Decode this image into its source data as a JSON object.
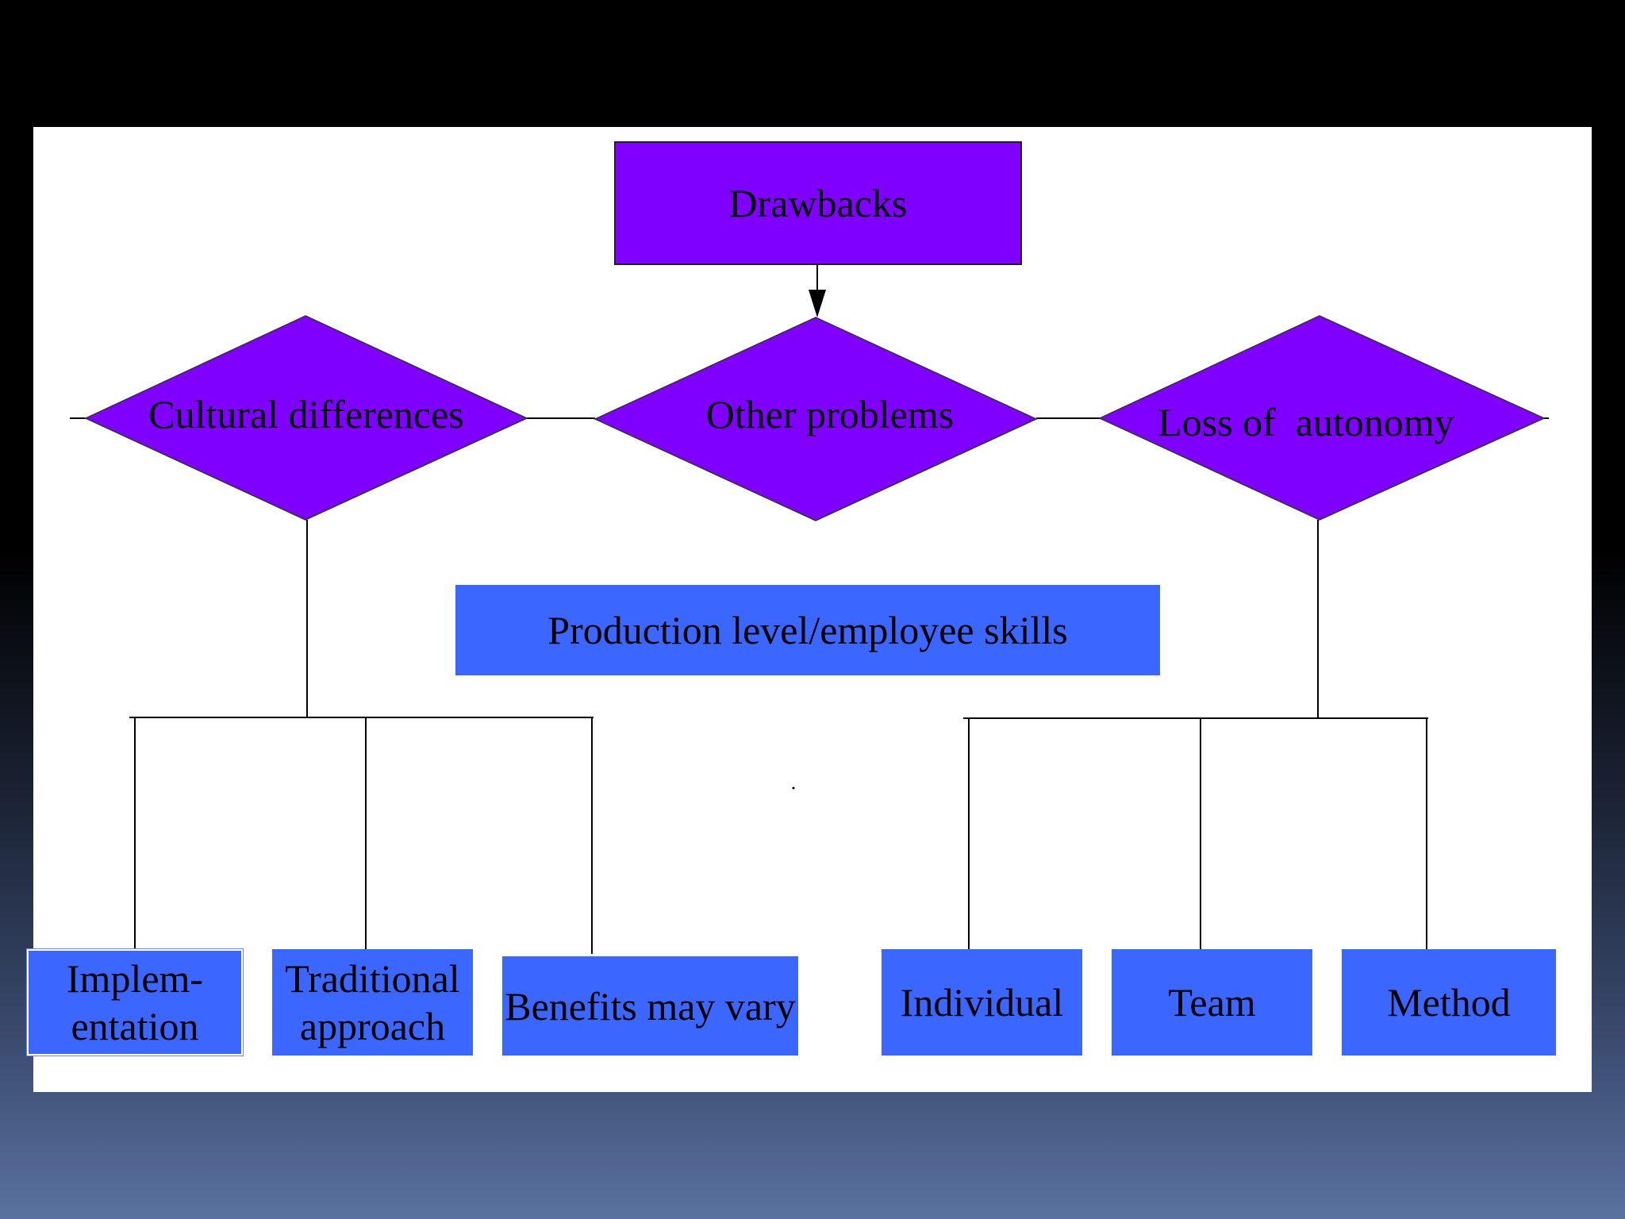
{
  "title_node": {
    "label": "Drawbacks"
  },
  "categories": [
    {
      "label": "Cultural differences"
    },
    {
      "label": "Other problems"
    },
    {
      "label": "Loss of  autonomy"
    }
  ],
  "middle_box": {
    "label": "Production level/employee skills"
  },
  "cultural_children": [
    {
      "label": "Implem-\nentation"
    },
    {
      "label": "Traditional approach"
    },
    {
      "label": "Benefits may vary"
    }
  ],
  "autonomy_children": [
    {
      "label": "Individual"
    },
    {
      "label": "Team"
    },
    {
      "label": "Method"
    }
  ],
  "colors": {
    "diamond_fill": "#7f00ff",
    "title_fill": "#7f00ff",
    "box_fill": "#3b66ff"
  }
}
